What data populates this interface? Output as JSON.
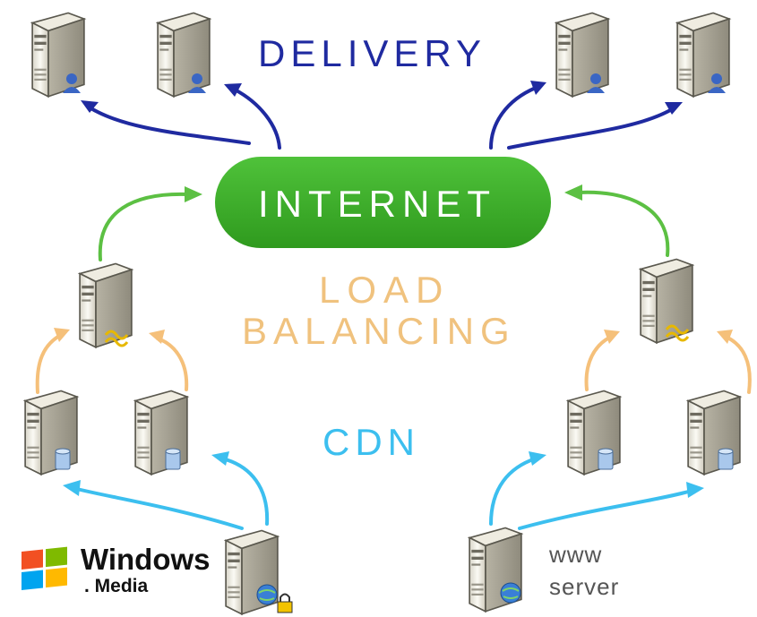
{
  "labels": {
    "delivery": "DELIVERY",
    "internet": "INTERNET",
    "load_line1": "LOAD",
    "load_line2": "BALANCING",
    "cdn": "CDN",
    "windows_line1": "Windows",
    "windows_line2": ". Media",
    "www_line1": "www",
    "www_line2": "server"
  },
  "colors": {
    "delivery": "#1f2aa0",
    "internet_pill": "#3fb02b",
    "load_balancing": "#f0c27e",
    "cdn": "#3cbfef",
    "lb_arrows": "#f5c07a",
    "internet_arrows": "#5cc043"
  },
  "icons": {
    "delivery_servers": "server-user-icon",
    "load_balancer_servers": "server-balancer-icon",
    "cdn_servers": "server-database-icon",
    "windows_media_server": "server-globe-lock-icon",
    "www_server": "server-globe-icon",
    "windows_logo": "windows-flag-icon"
  }
}
